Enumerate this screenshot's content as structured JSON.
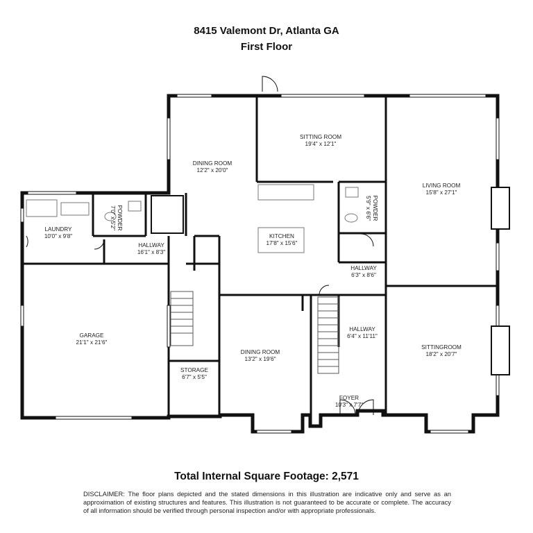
{
  "header": {
    "address": "8415 Valemont Dr, Atlanta GA",
    "floor_label": "First Floor"
  },
  "rooms": [
    {
      "id": "sitting-room-top",
      "name": "SITTING ROOM",
      "dims": "19'4\" x 12'1\""
    },
    {
      "id": "dining-room-upper",
      "name": "DINING ROOM",
      "dims": "12'2\" x 20'0\""
    },
    {
      "id": "living-room",
      "name": "LIVING ROOM",
      "dims": "15'8\" x 27'1\""
    },
    {
      "id": "laundry",
      "name": "LAUNDRY",
      "dims": "10'0\" x 9'8\""
    },
    {
      "id": "powder-left",
      "name": "POWDER",
      "dims": "7'0\" x 5'2\""
    },
    {
      "id": "powder-right",
      "name": "POWDER",
      "dims": "5'9\" x 6'6\""
    },
    {
      "id": "hallway-left",
      "name": "HALLWAY",
      "dims": "16'1\" x 8'3\""
    },
    {
      "id": "kitchen",
      "name": "KITCHEN",
      "dims": "17'8\" x 15'6\""
    },
    {
      "id": "hallway-right-top",
      "name": "HALLWAY",
      "dims": "6'3\" x 8'6\""
    },
    {
      "id": "garage",
      "name": "GARAGE",
      "dims": "21'1\" x 21'6\""
    },
    {
      "id": "hallway-center",
      "name": "HALLWAY",
      "dims": "6'4\" x 11'11\""
    },
    {
      "id": "sittingroom-right",
      "name": "SITTINGROOM",
      "dims": "18'2\" x 20'7\""
    },
    {
      "id": "storage",
      "name": "STORAGE",
      "dims": "6'7\" x 5'5\""
    },
    {
      "id": "dining-room-lower",
      "name": "DINING ROOM",
      "dims": "13'2\" x 19'6\""
    },
    {
      "id": "foyer",
      "name": "FOYER",
      "dims": "10'3\" x 7'7\""
    }
  ],
  "footer": {
    "total_sqft": "Total Internal Square Footage: 2,571",
    "disclaimer": "DISCLAIMER: The floor plans depicted and the stated dimensions in this illustration are indicative only and serve as an approximation of existing structures and features. This illustration is not guaranteed to be accurate or complete. The accuracy of all information should be verified through personal inspection and/or with appropriate professionals."
  },
  "colors": {
    "wall": "#111111",
    "window": "#ffffff",
    "fixture": "#777777"
  }
}
